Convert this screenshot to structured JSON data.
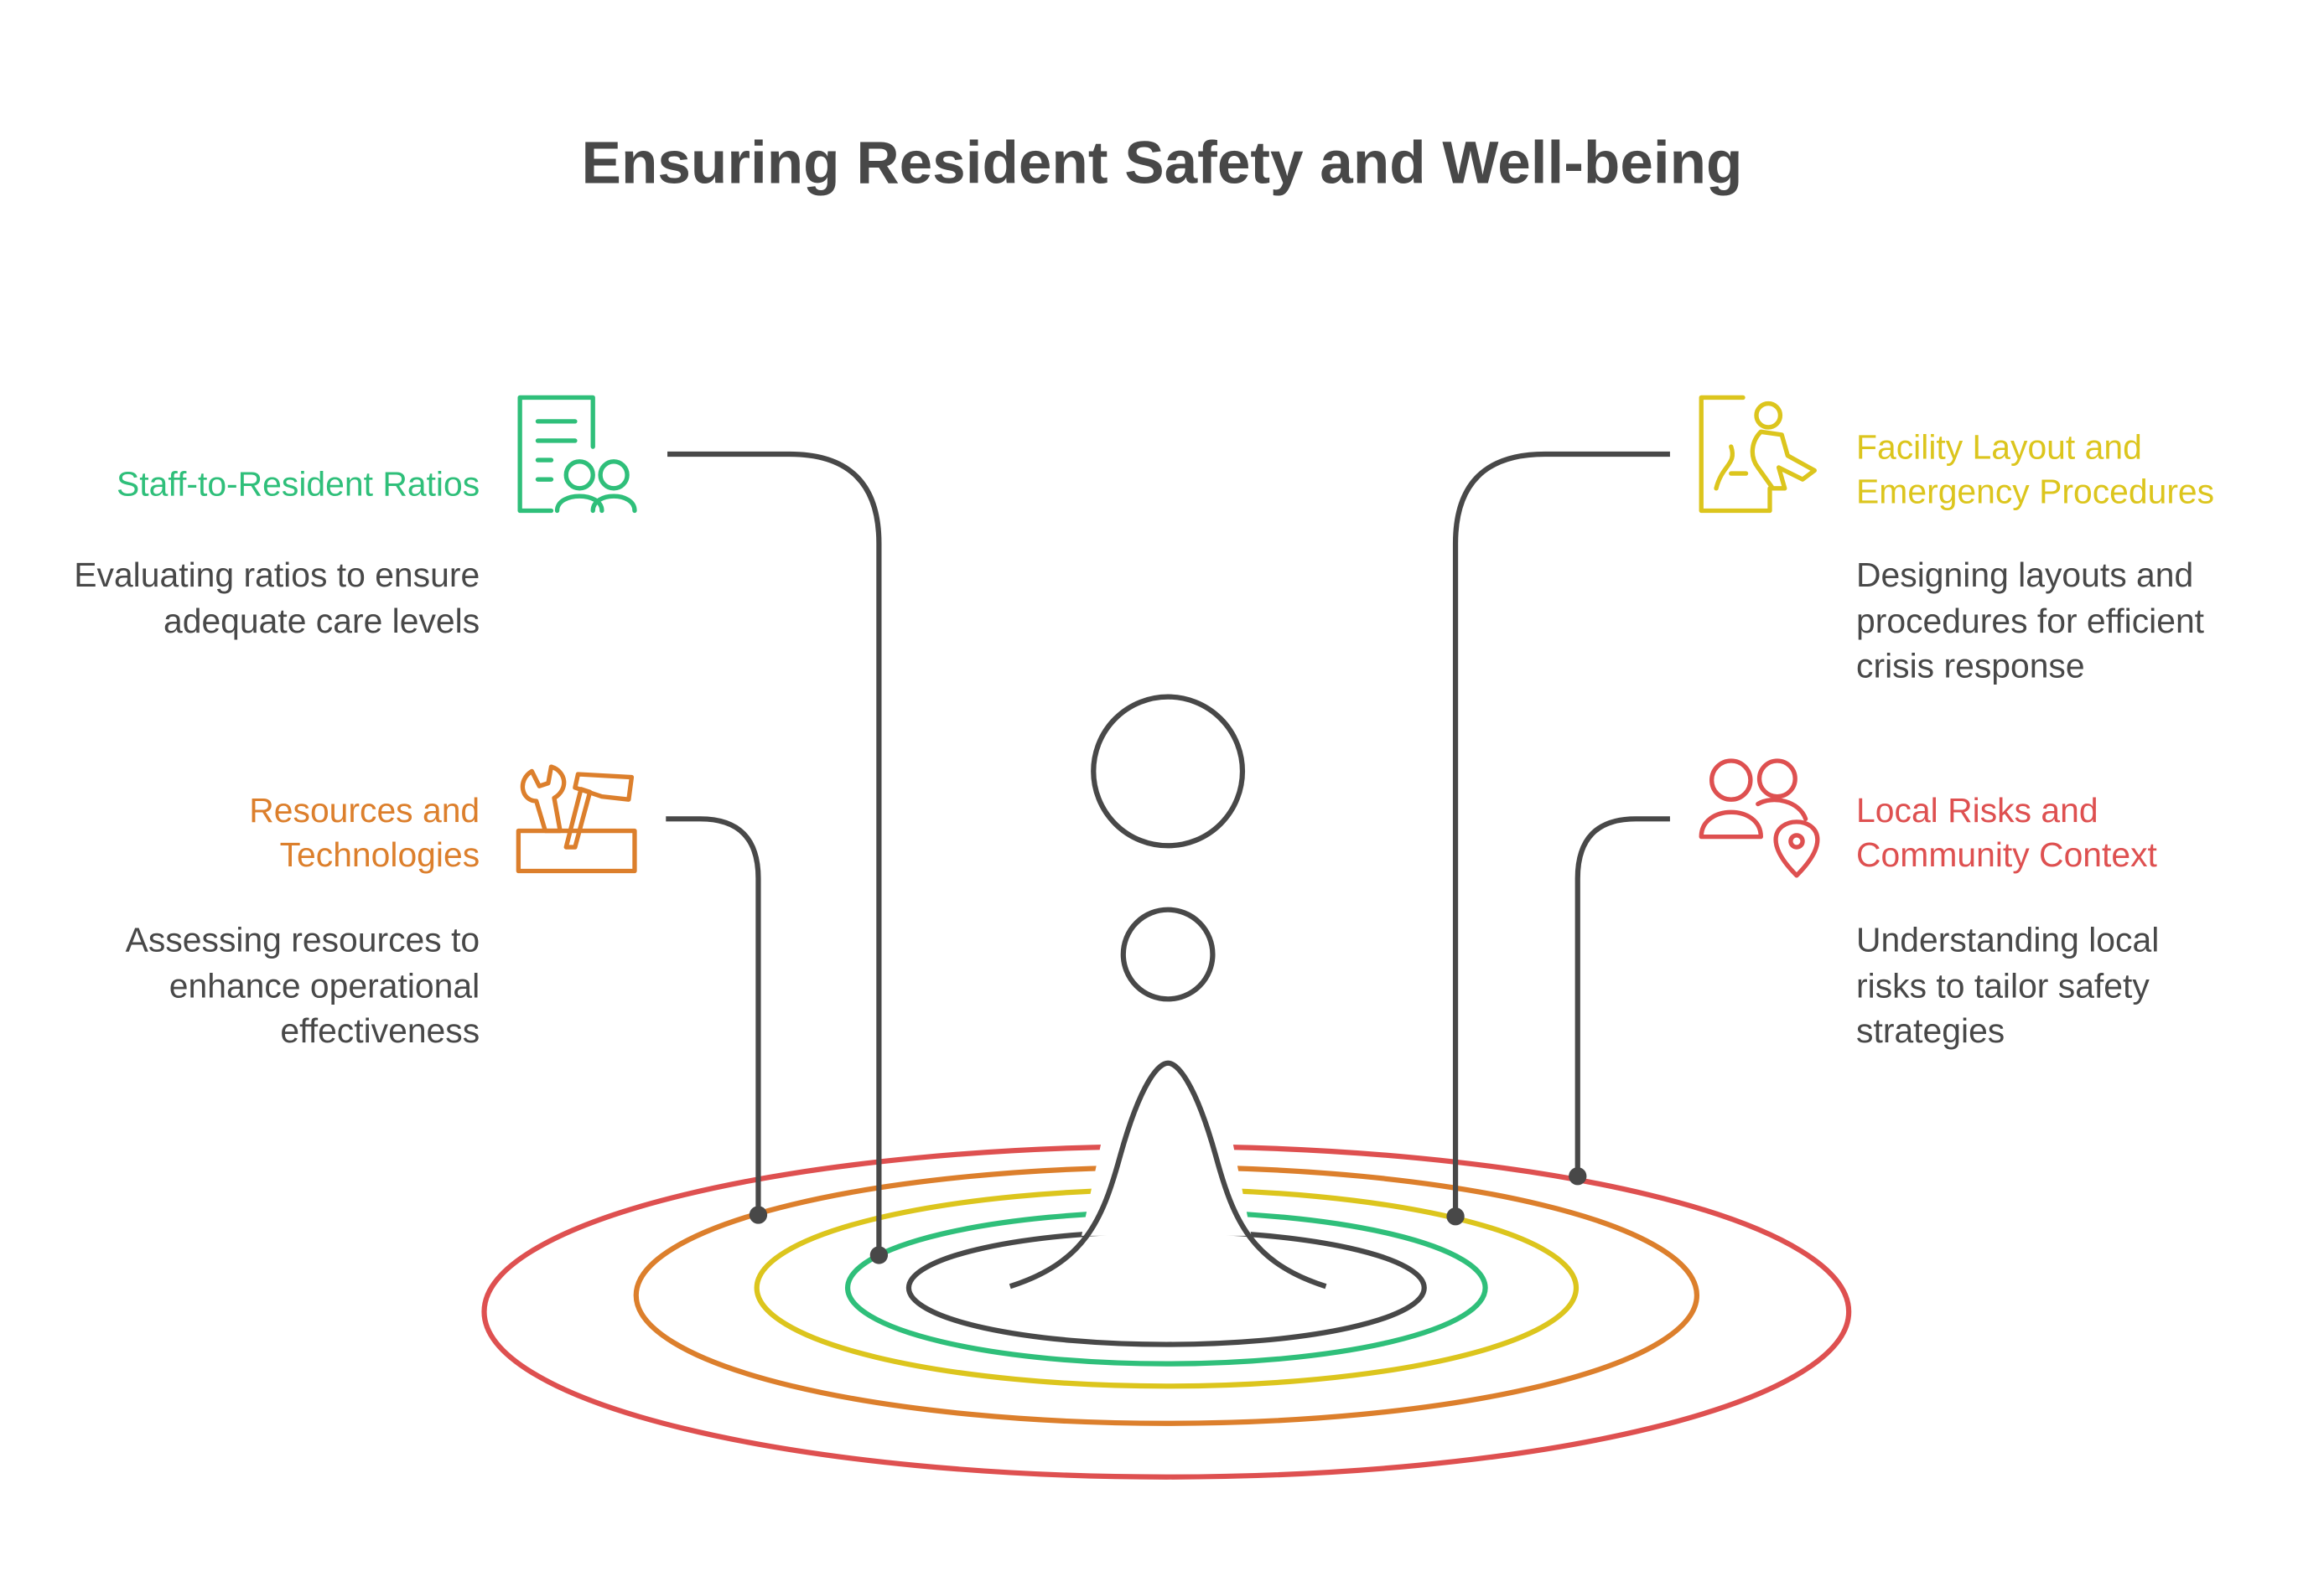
{
  "title": "Ensuring Resident Safety and Well-being",
  "colors": {
    "green": "#2fbf7a",
    "yellow": "#dcc51d",
    "orange": "#dc7f2c",
    "red": "#de5050",
    "dark": "#484848"
  },
  "items": [
    {
      "heading": "Staff-to-Resident Ratios",
      "description": "Evaluating ratios to ensure adequate care levels",
      "color": "green",
      "icon": "staff-document-people-icon"
    },
    {
      "heading": "Resources and Technologies",
      "description": "Assessing resources to enhance operational effectiveness",
      "color": "orange",
      "icon": "toolbox-icon"
    },
    {
      "heading": "Facility Layout and Emergency Procedures",
      "description": "Designing layouts and procedures for efficient crisis response",
      "color": "yellow",
      "icon": "evacuation-map-icon"
    },
    {
      "heading": "Local Risks and Community Context",
      "description": "Understanding local risks to tailor safety strategies",
      "color": "red",
      "icon": "community-location-icon"
    }
  ]
}
